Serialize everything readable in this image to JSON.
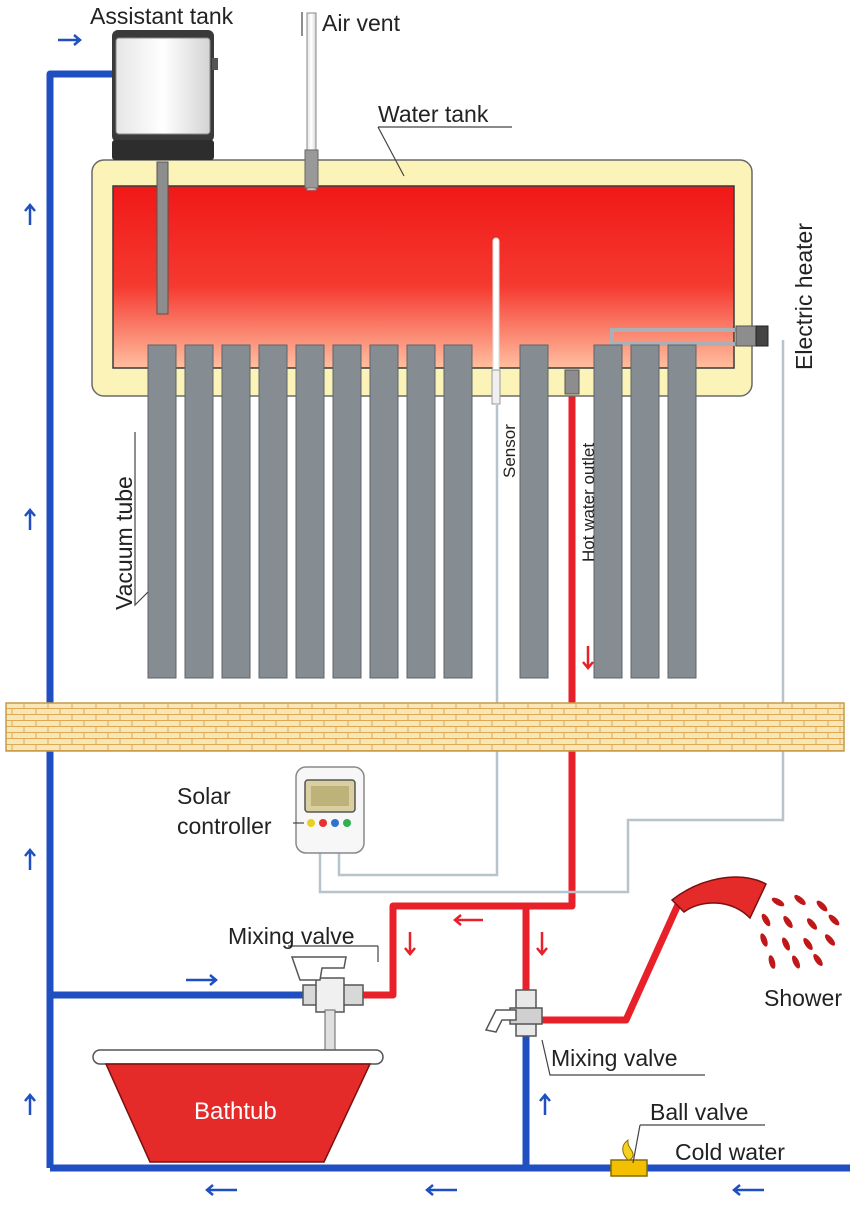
{
  "labels": {
    "assistant_tank": "Assistant tank",
    "air_vent": "Air vent",
    "water_tank": "Water tank",
    "electric_heater": "Electric heater",
    "vacuum_tube": "Vacuum tube",
    "sensor": "Sensor",
    "hot_water_outlet": "Hot water outlet",
    "solar_controller_line1": "Solar",
    "solar_controller_line2": "controller",
    "mixing_valve_bath": "Mixing valve",
    "mixing_valve_shower": "Mixing valve",
    "shower": "Shower",
    "bathtub": "Bathtub",
    "ball_valve": "Ball valve",
    "cold_water": "Cold water"
  },
  "colors": {
    "cold_pipe": "#1f4fc0",
    "hot_pipe": "#e8202a",
    "signal_wire": "#b8c4cc",
    "tube": "#868d92",
    "tank_frame": "#fbf3b8",
    "tank_hot": "#f01818",
    "tank_warm": "#ffb898",
    "brick": "#f7e7b8",
    "bathtub": "#e52a2a"
  },
  "icons": [
    "arrow-icon",
    "flame-icon",
    "valve-icon",
    "shower-head-icon"
  ]
}
